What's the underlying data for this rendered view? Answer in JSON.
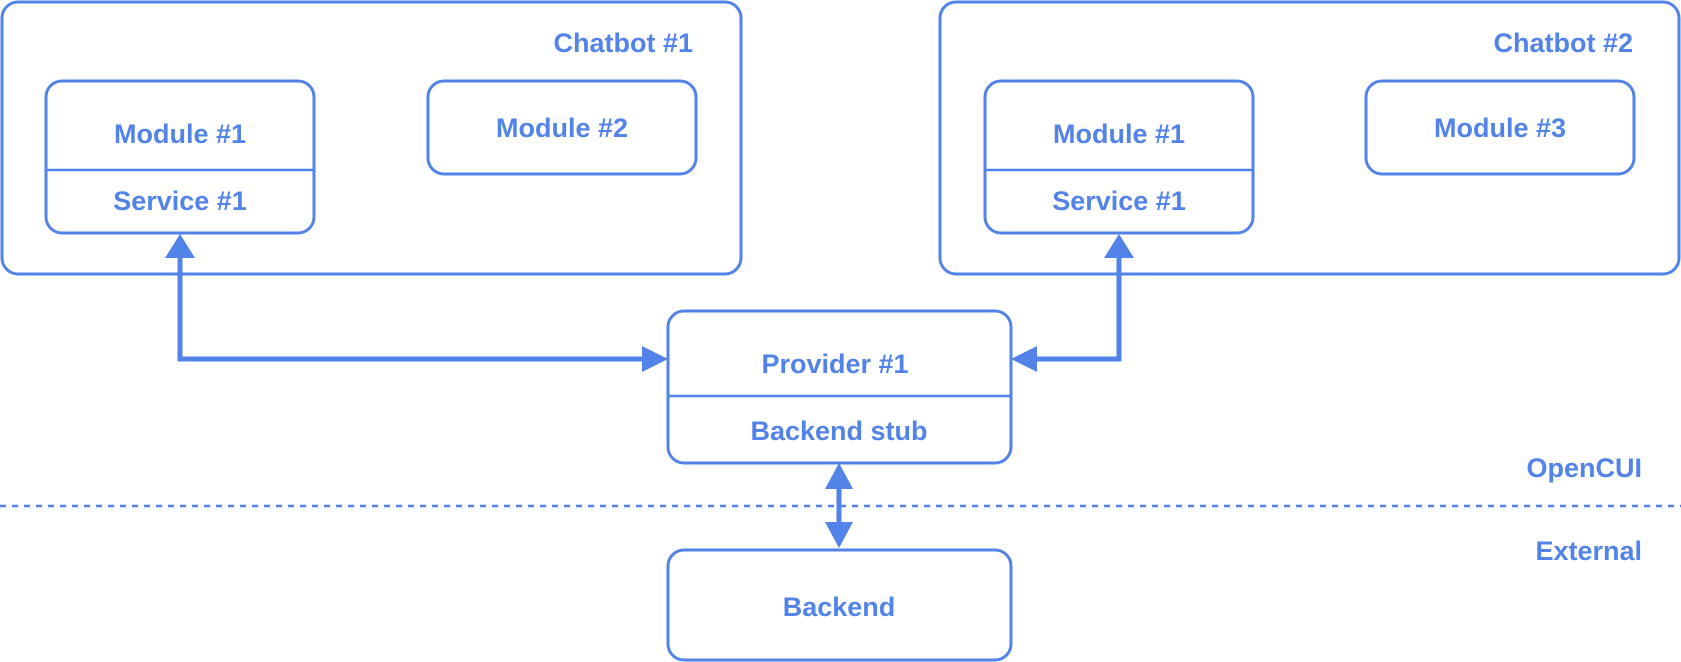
{
  "colors": {
    "accent": "#5283e8"
  },
  "chatbot_1": {
    "title": "Chatbot #1",
    "module_a": {
      "title": "Module #1",
      "service": "Service #1"
    },
    "module_b": {
      "title": "Module #2"
    }
  },
  "chatbot_2": {
    "title": "Chatbot #2",
    "module_a": {
      "title": "Module #1",
      "service": "Service #1"
    },
    "module_b": {
      "title": "Module #3"
    }
  },
  "provider": {
    "title": "Provider #1",
    "stub": "Backend stub"
  },
  "backend": {
    "title": "Backend"
  },
  "zones": {
    "upper": "OpenCUI",
    "lower": "External"
  }
}
